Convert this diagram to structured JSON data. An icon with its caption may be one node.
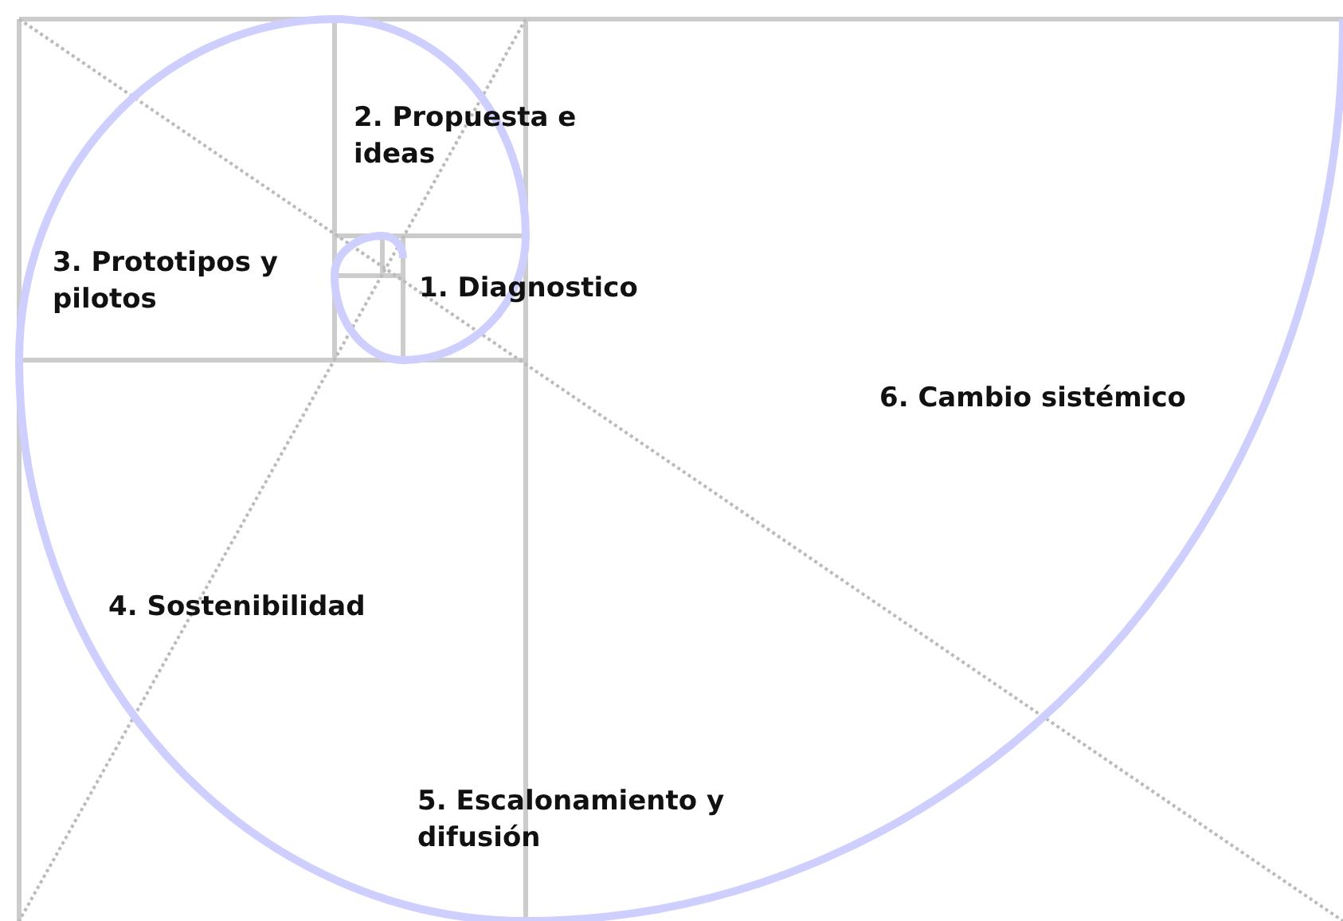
{
  "diagram": {
    "labels": [
      "2. Propuesta e ideas",
      "3. Prototipos y pilotos",
      "1. Diagnostico",
      "6. Cambio sistémico",
      "4. Sostenibilidad",
      "5. Escalonamiento y difusión"
    ]
  }
}
